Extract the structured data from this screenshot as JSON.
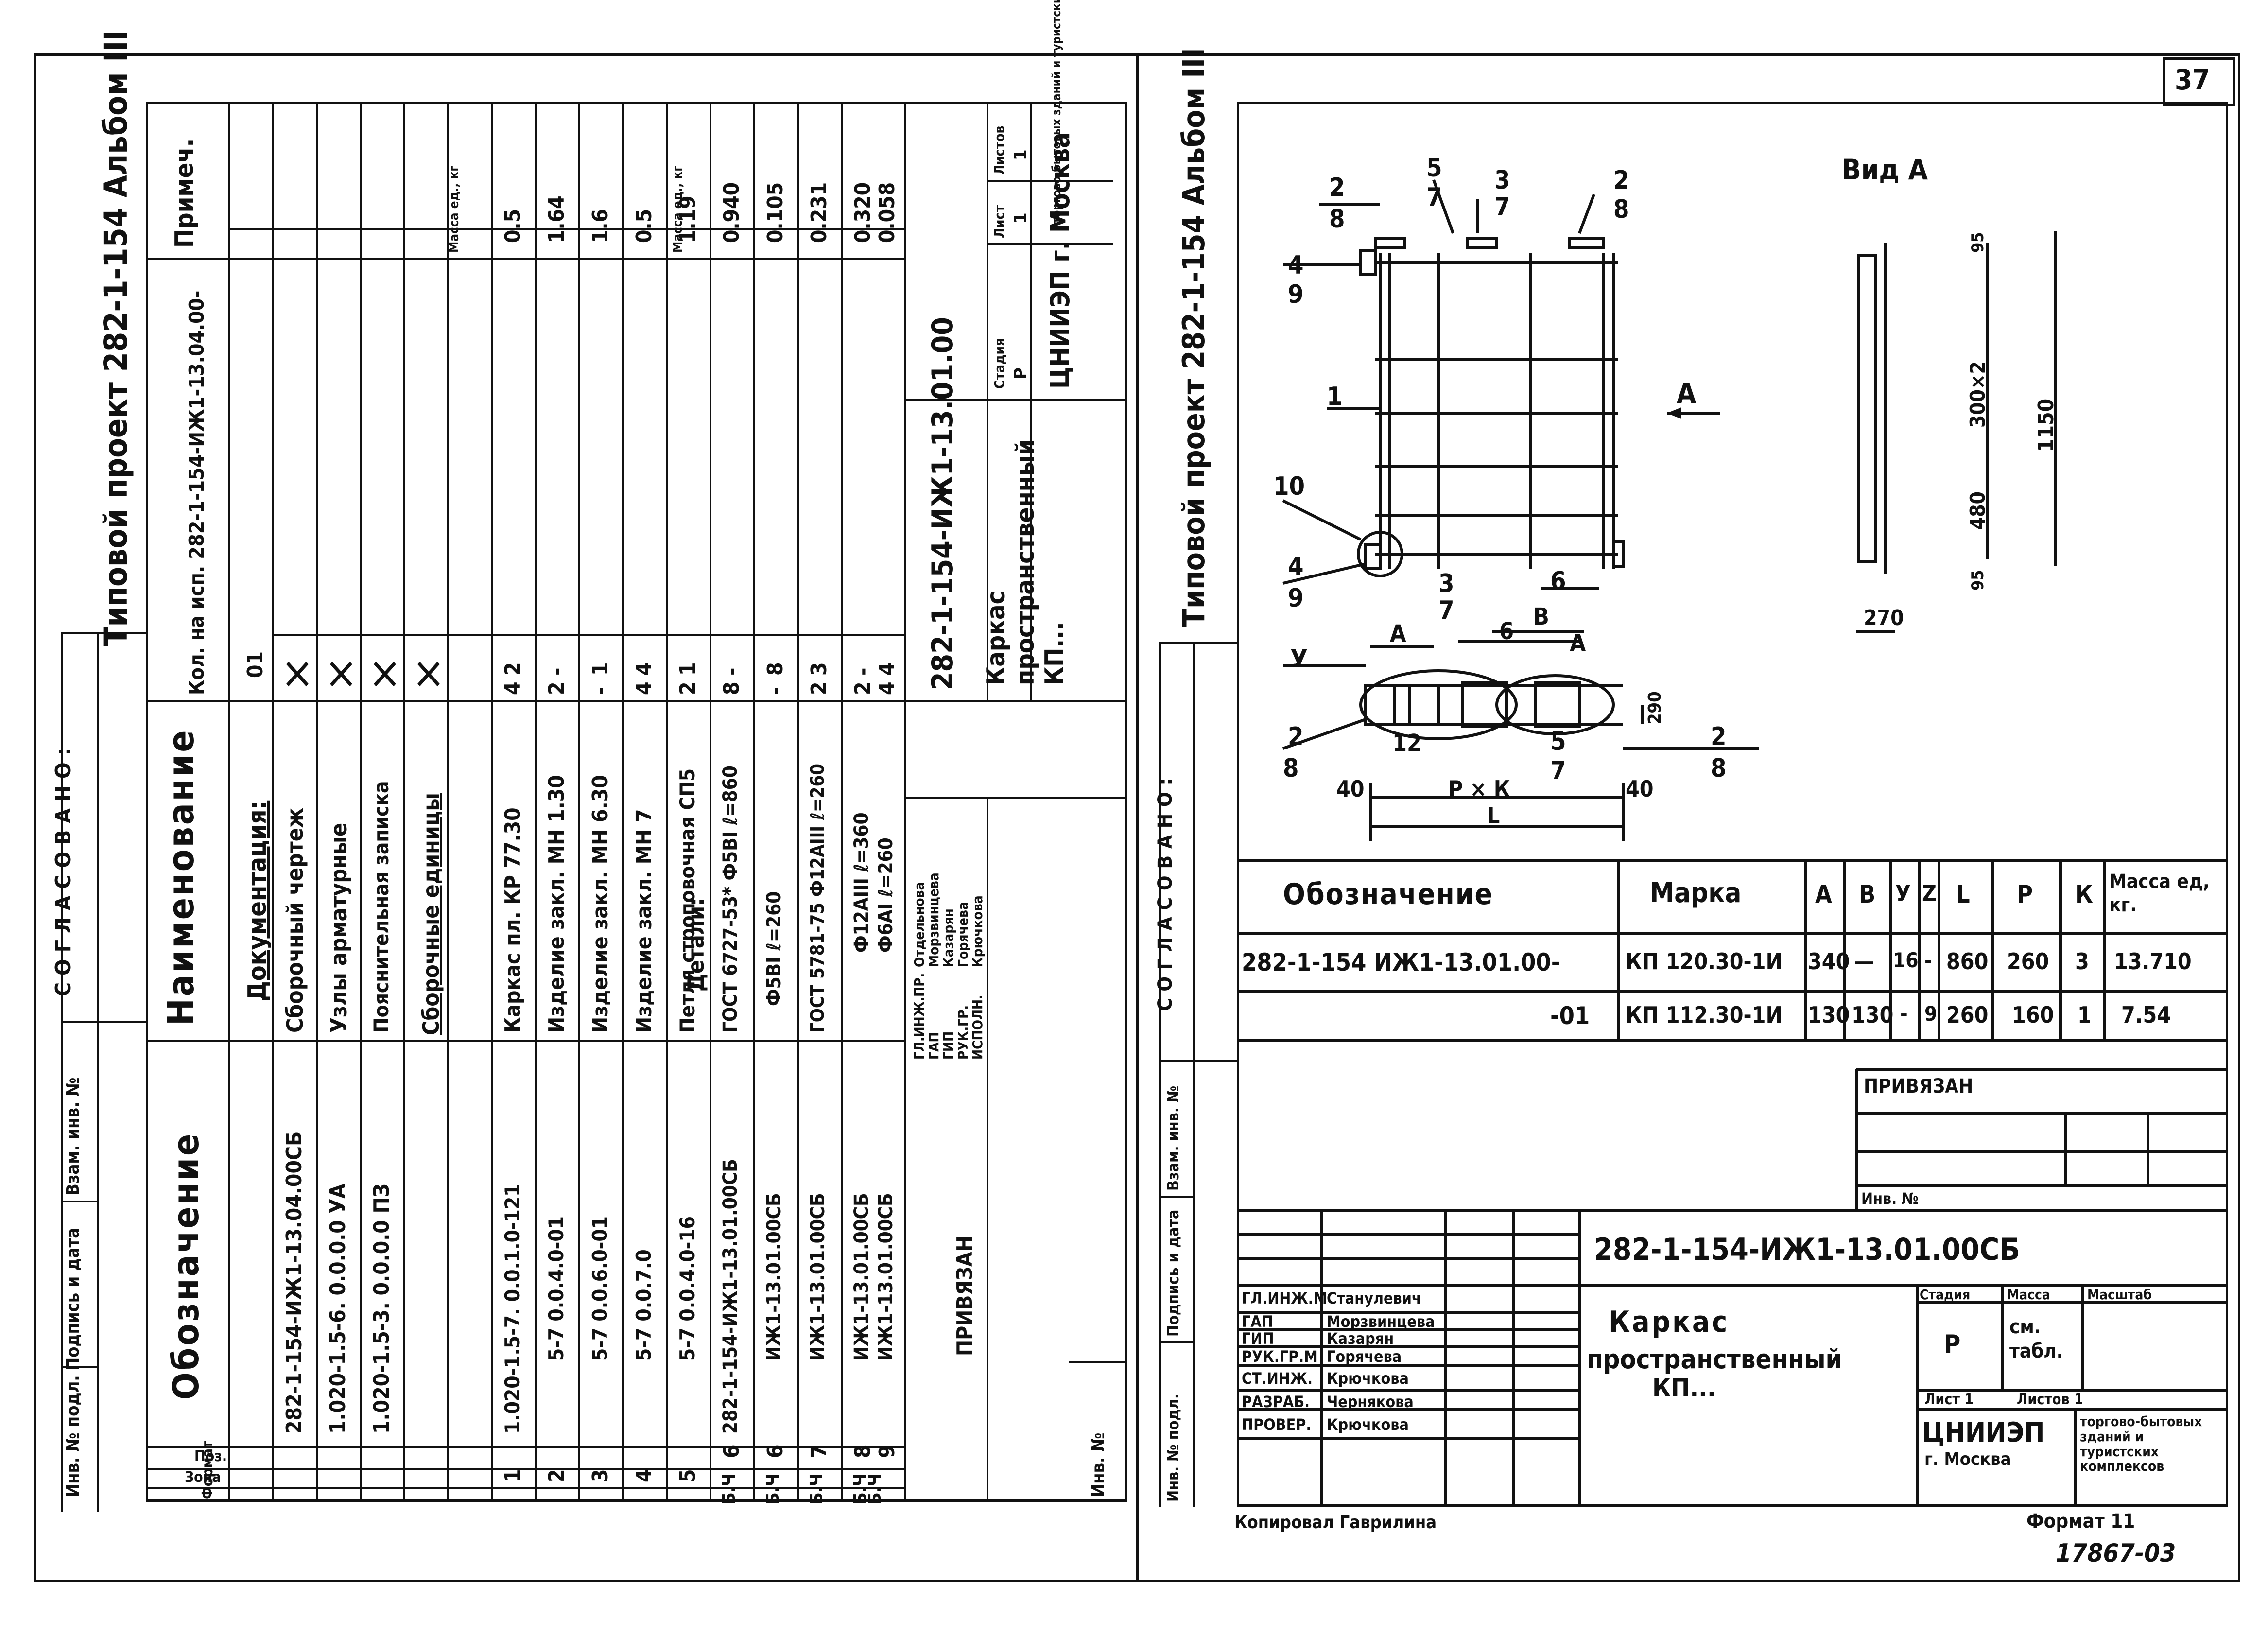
{
  "page_number": "37",
  "stamp_number": "17867-03",
  "left_sheet": {
    "soglasovano": "СОГЛАСОВАНО:",
    "album_header": "Типовой проект 282-1-154 Альбом III",
    "inv_labels": [
      "Инв. № подл.",
      "Подпись и дата",
      "Взам. инв. №"
    ],
    "column_headers": {
      "format": "Формат",
      "zone": "Зона",
      "pos": "Поз.",
      "designation": "Обозначение",
      "name": "Наименование",
      "qty_per_doc": "Кол. на исп. 282-1-154-ИЖ1-13.04.00-",
      "qty_variant": "01",
      "note": "Примеч."
    },
    "sections": {
      "documentation": "Документация:",
      "assembly_units": "Сборочные единицы",
      "details": "Детали:"
    },
    "doc_rows": [
      {
        "designation": "282-1-154-ИЖ1-13.04.00СБ",
        "name": "Сборочный чертеж",
        "q1": "×",
        "q2": "×"
      },
      {
        "designation": "1.020-1.5-6. 0.0.0.0 УА",
        "name": "Узлы арматурные",
        "q1": "×",
        "q2": "×"
      },
      {
        "designation": "1.020-1.5-3. 0.0.0.0 ПЗ",
        "name": "Пояснительная записка",
        "q1": "×",
        "q2": "×"
      }
    ],
    "mass_header": "Масса ед., кг",
    "assembly_rows": [
      {
        "pos": "1",
        "designation": "1.020-1.5-7. 0.0.1.0-121",
        "name": "Каркас пл. КР 77.30",
        "q1": "4",
        "q2": "2",
        "note": "0.5"
      },
      {
        "pos": "2",
        "designation": "5-7 0.0.4.0-01",
        "name": "Изделие закл. МН 1.30",
        "q1": "2",
        "q2": "-",
        "note": "1.64"
      },
      {
        "pos": "3",
        "designation": "5-7 0.0.6.0-01",
        "name": "Изделие закл. МН 6.30",
        "q1": "-",
        "q2": "1",
        "note": "1.6"
      },
      {
        "pos": "4",
        "designation": "5-7 0.0.7.0",
        "name": "Изделие закл. МН 7",
        "q1": "4",
        "q2": "4",
        "note": "0.5"
      },
      {
        "pos": "5",
        "designation": "5-7 0.0.4.0-16",
        "name": "Петля строповочная СП5",
        "q1": "2",
        "q2": "1",
        "note": "1.19"
      }
    ],
    "mass_header_2": "Масса ед., кг",
    "detail_rows": [
      {
        "format": "Б.Ч",
        "pos": "6",
        "designation": "282-1-154-ИЖ1-13.01.00СБ",
        "name": "ГОСТ 6727-53* Ф5ВI  ℓ=860",
        "q1": "8",
        "q2": "-",
        "note": "0.940"
      },
      {
        "format": "Б.Ч",
        "pos": "6",
        "designation": "ИЖ1-13.01.00СБ",
        "name": "Ф5ВI  ℓ=260",
        "q1": "-",
        "q2": "8",
        "note": "0.105"
      },
      {
        "format": "Б.Ч",
        "pos": "7",
        "designation": "ИЖ1-13.01.00СБ",
        "name": "ГОСТ 5781-75 Ф12АIII ℓ=260",
        "q1": "2",
        "q2": "3",
        "note": "0.231"
      },
      {
        "format": "Б.Ч",
        "pos": "8",
        "designation": "ИЖ1-13.01.00СБ",
        "name": "Ф12АIII ℓ=360",
        "q1": "2",
        "q2": "-",
        "note": "0.320"
      },
      {
        "format": "Б.Ч",
        "pos": "9",
        "designation": "ИЖ1-13.01.00СБ",
        "name": "Ф6АI  ℓ=260",
        "q1": "4",
        "q2": "4",
        "note": "0.058"
      }
    ],
    "title_block": {
      "code": "282-1-154-ИЖ1-13.01.00",
      "title": "Каркас пространственный КП...",
      "stage_label": "Стадия",
      "sheet_label": "Лист",
      "sheets_label": "Листов",
      "stage": "Р",
      "sheet": "1",
      "sheets": "1",
      "org": "ЦНИИЭП г. Москва",
      "org2": "торгово-бытовых зданий и туристских комплексов",
      "people": [
        {
          "role": "ГЛ.ИНЖ.ПР.",
          "name": "Отдельнова"
        },
        {
          "role": "ГАП",
          "name": "Морзвинцева"
        },
        {
          "role": "ГИП",
          "name": "Казарян"
        },
        {
          "role": "РУК.ГР.",
          "name": "Горячева"
        },
        {
          "role": "ИСПОЛН.",
          "name": "Крючкова"
        }
      ],
      "privyazan": "ПРИВЯЗАН",
      "inv": "Инв. №"
    }
  },
  "right_sheet": {
    "album_header": "Типовой проект 282-1-154 Альбом III",
    "soglasovano": "СОГЛАСОВАНО:",
    "inv_labels": [
      "Инв. № подл.",
      "Подпись и дата",
      "Взам. инв. №"
    ],
    "view_label": "Вид А",
    "dims": {
      "d95_top": "95",
      "d300x2": "300×2",
      "d480": "480",
      "d95_bot": "95",
      "d1150": "1150",
      "d270": "270",
      "d40a": "40",
      "d40b": "40",
      "pk": "Р × К",
      "L": "L",
      "d290": "290",
      "A1": "А",
      "A2": "А",
      "B": "В",
      "arrowA": "А"
    },
    "callouts": {
      "c2a": "2",
      "c8a": "8",
      "c5": "5",
      "c7a": "7",
      "c3a": "3",
      "c7b": "7",
      "c2b": "2",
      "c8b": "8",
      "c4a": "4",
      "c9a": "9",
      "c1": "1",
      "c10": "10",
      "c4b": "4",
      "c9b": "9",
      "c3b": "3",
      "c7c": "7",
      "c6": "6",
      "c6b": "6",
      "cy": "У",
      "c2c": "2",
      "c8c": "8",
      "c12": "12",
      "c5b": "5",
      "c7d": "7",
      "c2d": "2",
      "c8d": "8"
    },
    "table_headers": [
      "Обозначение",
      "Марка",
      "А",
      "В",
      "У",
      "Z",
      "L",
      "Р",
      "К",
      "Масса ед, кг."
    ],
    "table_rows": [
      [
        "282-1-154 ИЖ1-13.01.00-",
        "КП 120.30-1И",
        "340",
        "—",
        "16",
        "-",
        "860",
        "260",
        "3",
        "13.710"
      ],
      [
        "-01",
        "КП 112.30-1И",
        "130",
        "130",
        "-",
        "9",
        "260",
        "160",
        "1",
        "7.54"
      ]
    ],
    "privyazan": "ПРИВЯЗАН",
    "inv": "Инв. №",
    "title_block": {
      "code": "282-1-154-ИЖ1-13.01.00СБ",
      "title_line1": "Каркас",
      "title_line2": "пространственный",
      "title_line3": "КП...",
      "stage_label": "Стадия",
      "mass_label": "Масса",
      "scale_label": "Масштаб",
      "stage": "Р",
      "mass": "см. табл.",
      "sheet": "Лист 1",
      "sheets": "Листов 1",
      "org": "ЦНИИЭП",
      "city": "г. Москва",
      "org2": "торгово-бытовых зданий и туристских комплексов",
      "people": [
        {
          "role": "ГЛ.ИНЖ.М",
          "name": "Станулевич"
        },
        {
          "role": "ГАП",
          "name": "Морзвинцева"
        },
        {
          "role": "ГИП",
          "name": "Казарян"
        },
        {
          "role": "РУК.ГР.М",
          "name": "Горячева"
        },
        {
          "role": "СТ.ИНЖ.",
          "name": "Крючкова"
        },
        {
          "role": "РАЗРАБ.",
          "name": "Чернякова"
        },
        {
          "role": "ПРОВЕР.",
          "name": "Крючкова"
        }
      ]
    },
    "copied": "Копировал Гаврилина",
    "format": "Формат 11"
  }
}
